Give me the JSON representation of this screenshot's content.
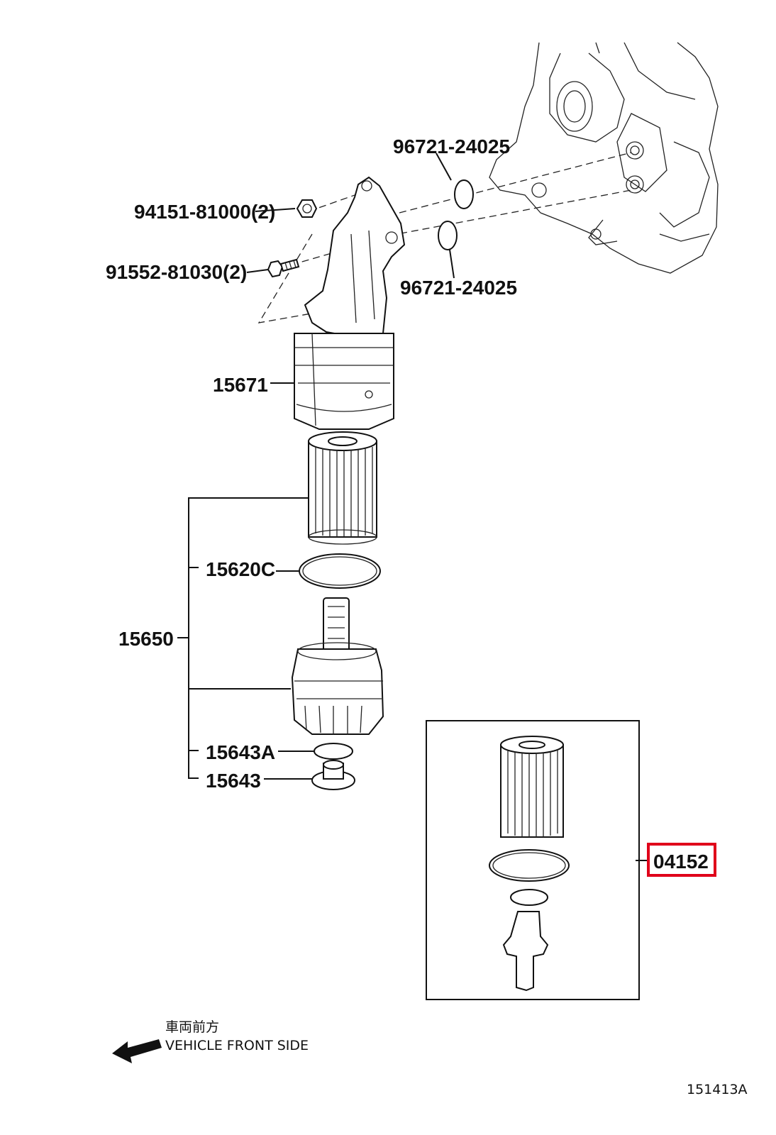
{
  "labels": {
    "o_ring_upper": "96721-24025",
    "nut": "94151-81000(2)",
    "bolt": "91552-81030(2)",
    "o_ring_lower": "96721-24025",
    "housing": "15671",
    "element_kit": "15650",
    "gasket": "15620C",
    "drain_gasket": "15643A",
    "drain_plug": "15643",
    "element_kit_highlighted": "04152"
  },
  "direction": {
    "jp": "車両前方",
    "en": "VEHICLE FRONT SIDE"
  },
  "figure_id": "151413A",
  "colors": {
    "highlight": "#e0001a",
    "line": "#111111"
  },
  "icons": {
    "direction_arrow": "arrow-left-icon"
  }
}
